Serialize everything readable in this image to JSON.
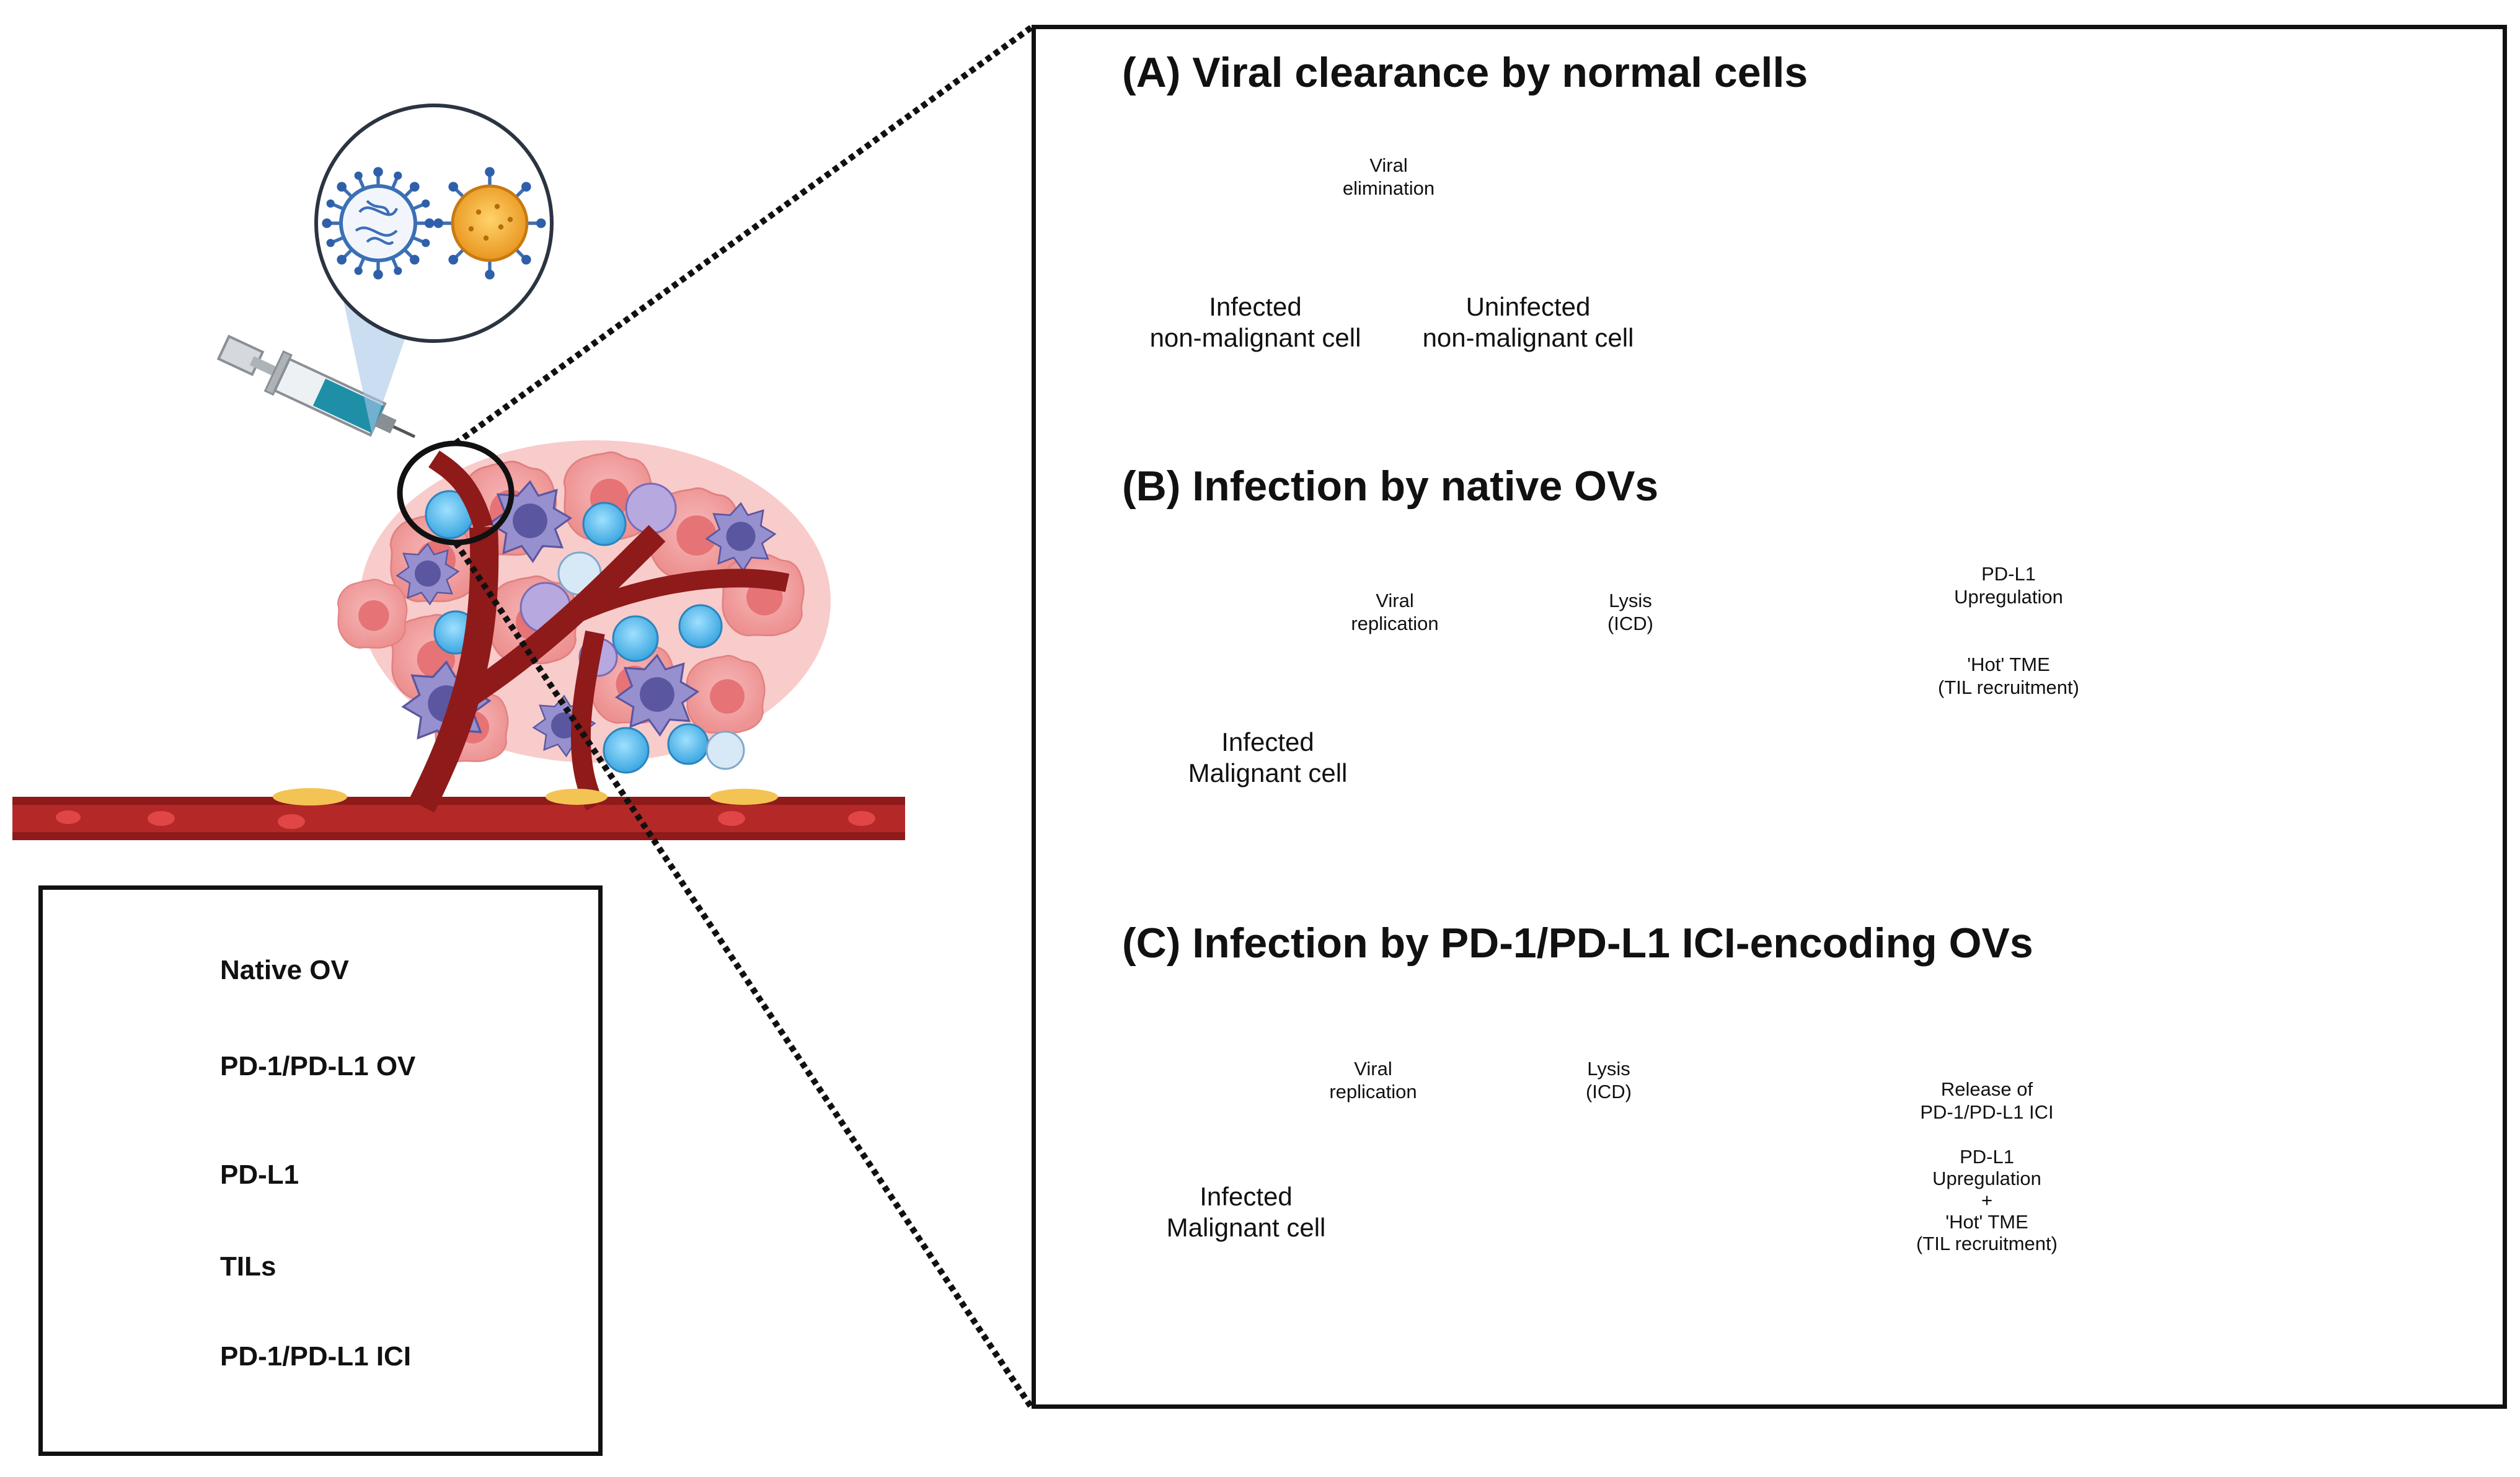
{
  "section_a": {
    "title": "(A) Viral clearance by normal cells",
    "arrow_label": [
      "Viral",
      "elimination"
    ],
    "cell_left": [
      "Infected",
      "non-malignant cell"
    ],
    "cell_right": [
      "Uninfected",
      "non-malignant cell"
    ]
  },
  "section_b": {
    "title": "(B) Infection by native OVs",
    "cell_label": [
      "Infected",
      "Malignant cell"
    ],
    "arrow1": [
      "Viral",
      "replication"
    ],
    "arrow2": [
      "Lysis",
      "(ICD)"
    ],
    "arrow3_top": [
      "PD-L1",
      "Upregulation"
    ],
    "arrow3_bottom": [
      "'Hot' TME",
      "(TIL recruitment)"
    ]
  },
  "section_c": {
    "title": "(C) Infection by PD-1/PD-L1 ICI-encoding OVs",
    "cell_label": [
      "Infected",
      "Malignant cell"
    ],
    "arrow1": [
      "Viral",
      "replication"
    ],
    "arrow2": [
      "Lysis",
      "(ICD)"
    ],
    "arrow3_top": [
      "Release of",
      "PD-1/PD-L1 ICI"
    ],
    "arrow3_bottom": [
      "PD-L1",
      "Upregulation",
      "+",
      "'Hot' TME",
      "(TIL recruitment)"
    ]
  },
  "legend": {
    "items": [
      "Native OV",
      "PD-1/PD-L1 OV",
      "PD-L1",
      "TILs",
      "PD-1/PD-L1 ICI"
    ]
  },
  "colors": {
    "native_ov": "#3b6fb6",
    "engineered_ov": "#f2a531",
    "pd_l1": "#c8282e",
    "ici": "#1f6fbf",
    "til_green": "#4dbf9a",
    "til_purple": "#7a74b8",
    "malignant_cell": "#f4a3a3",
    "normal_cell": "#bfe6ef",
    "vessel": "#8e1a1a"
  }
}
